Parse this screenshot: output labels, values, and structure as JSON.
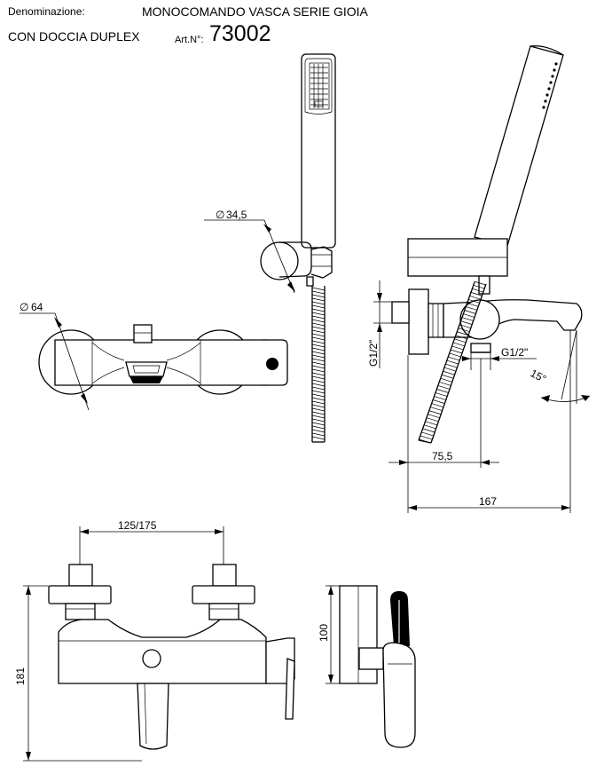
{
  "header": {
    "denomination_label": "Denominazione:",
    "product_name": "MONOCOMANDO VASCA SERIE GIOIA",
    "product_sub": "CON DOCCIA DUPLEX",
    "article_label": "Art.N°:",
    "article_number": "73002"
  },
  "dimensions": {
    "hand_shower_diameter": "34,5",
    "rosette_diameter": "64",
    "thread_vertical": "G1/2\"",
    "thread_outlet": "G1/2\"",
    "spout_angle": "15°",
    "inlet_depth": "75,5",
    "total_depth": "167",
    "inlet_spacing": "125/175",
    "overall_height": "181",
    "holder_height": "100"
  },
  "diameter_symbol": "∅"
}
